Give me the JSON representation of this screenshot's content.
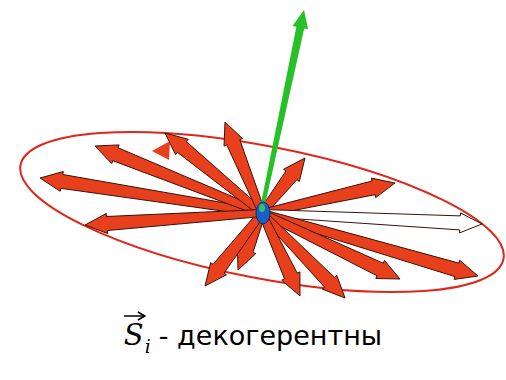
{
  "diagram": {
    "labels": [
      "S",
      "i",
      "- декогерентны"
    ]
  }
}
